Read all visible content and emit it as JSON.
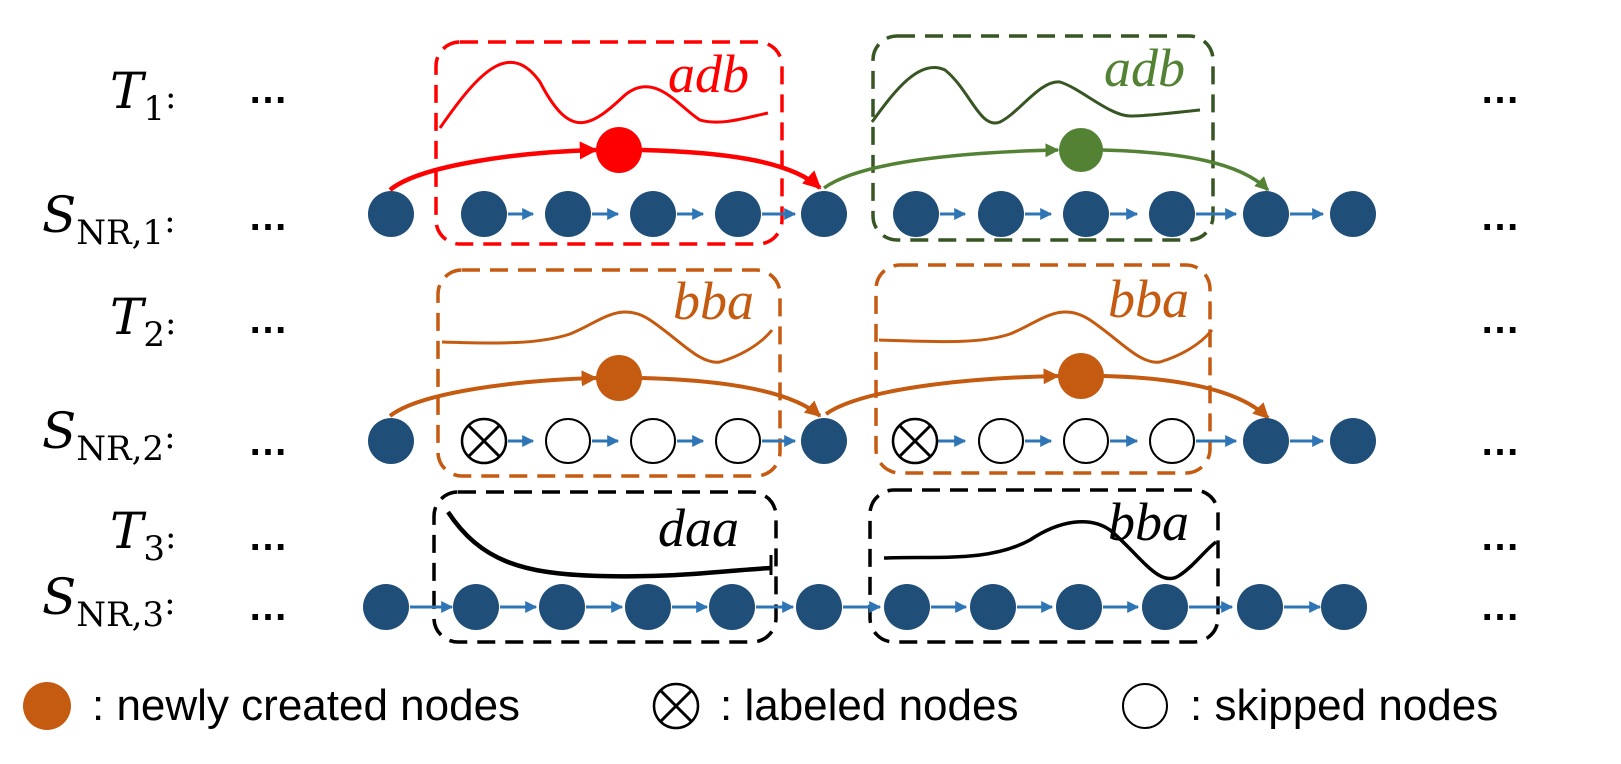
{
  "colors": {
    "node": "#1f4e79",
    "small_arrow": "#2e75b6",
    "red": "#ff0000",
    "green": "#548235",
    "dark_green": "#375623",
    "orange": "#c55a11",
    "black": "#000000"
  },
  "ellipsis": "…",
  "rows": [
    {
      "symbol": "T",
      "sub": "1",
      "colon": ":"
    },
    {
      "symbol": "S",
      "sub": "NR,1",
      "colon": ":"
    },
    {
      "symbol": "T",
      "sub": "2",
      "colon": ":"
    },
    {
      "symbol": "S",
      "sub": "NR,2",
      "colon": ":"
    },
    {
      "symbol": "T",
      "sub": "3",
      "colon": ":"
    },
    {
      "symbol": "S",
      "sub": "NR,3",
      "colon": ":"
    }
  ],
  "tags": {
    "t1_left": "adb",
    "t1_right": "adb",
    "t2_left": "bba",
    "t2_right": "bba",
    "t3_left": "daa",
    "t3_right": "bba"
  },
  "legend": {
    "new_nodes": ": newly created nodes",
    "labeled_nodes": ": labeled nodes",
    "skipped_nodes": ": skipped nodes"
  }
}
